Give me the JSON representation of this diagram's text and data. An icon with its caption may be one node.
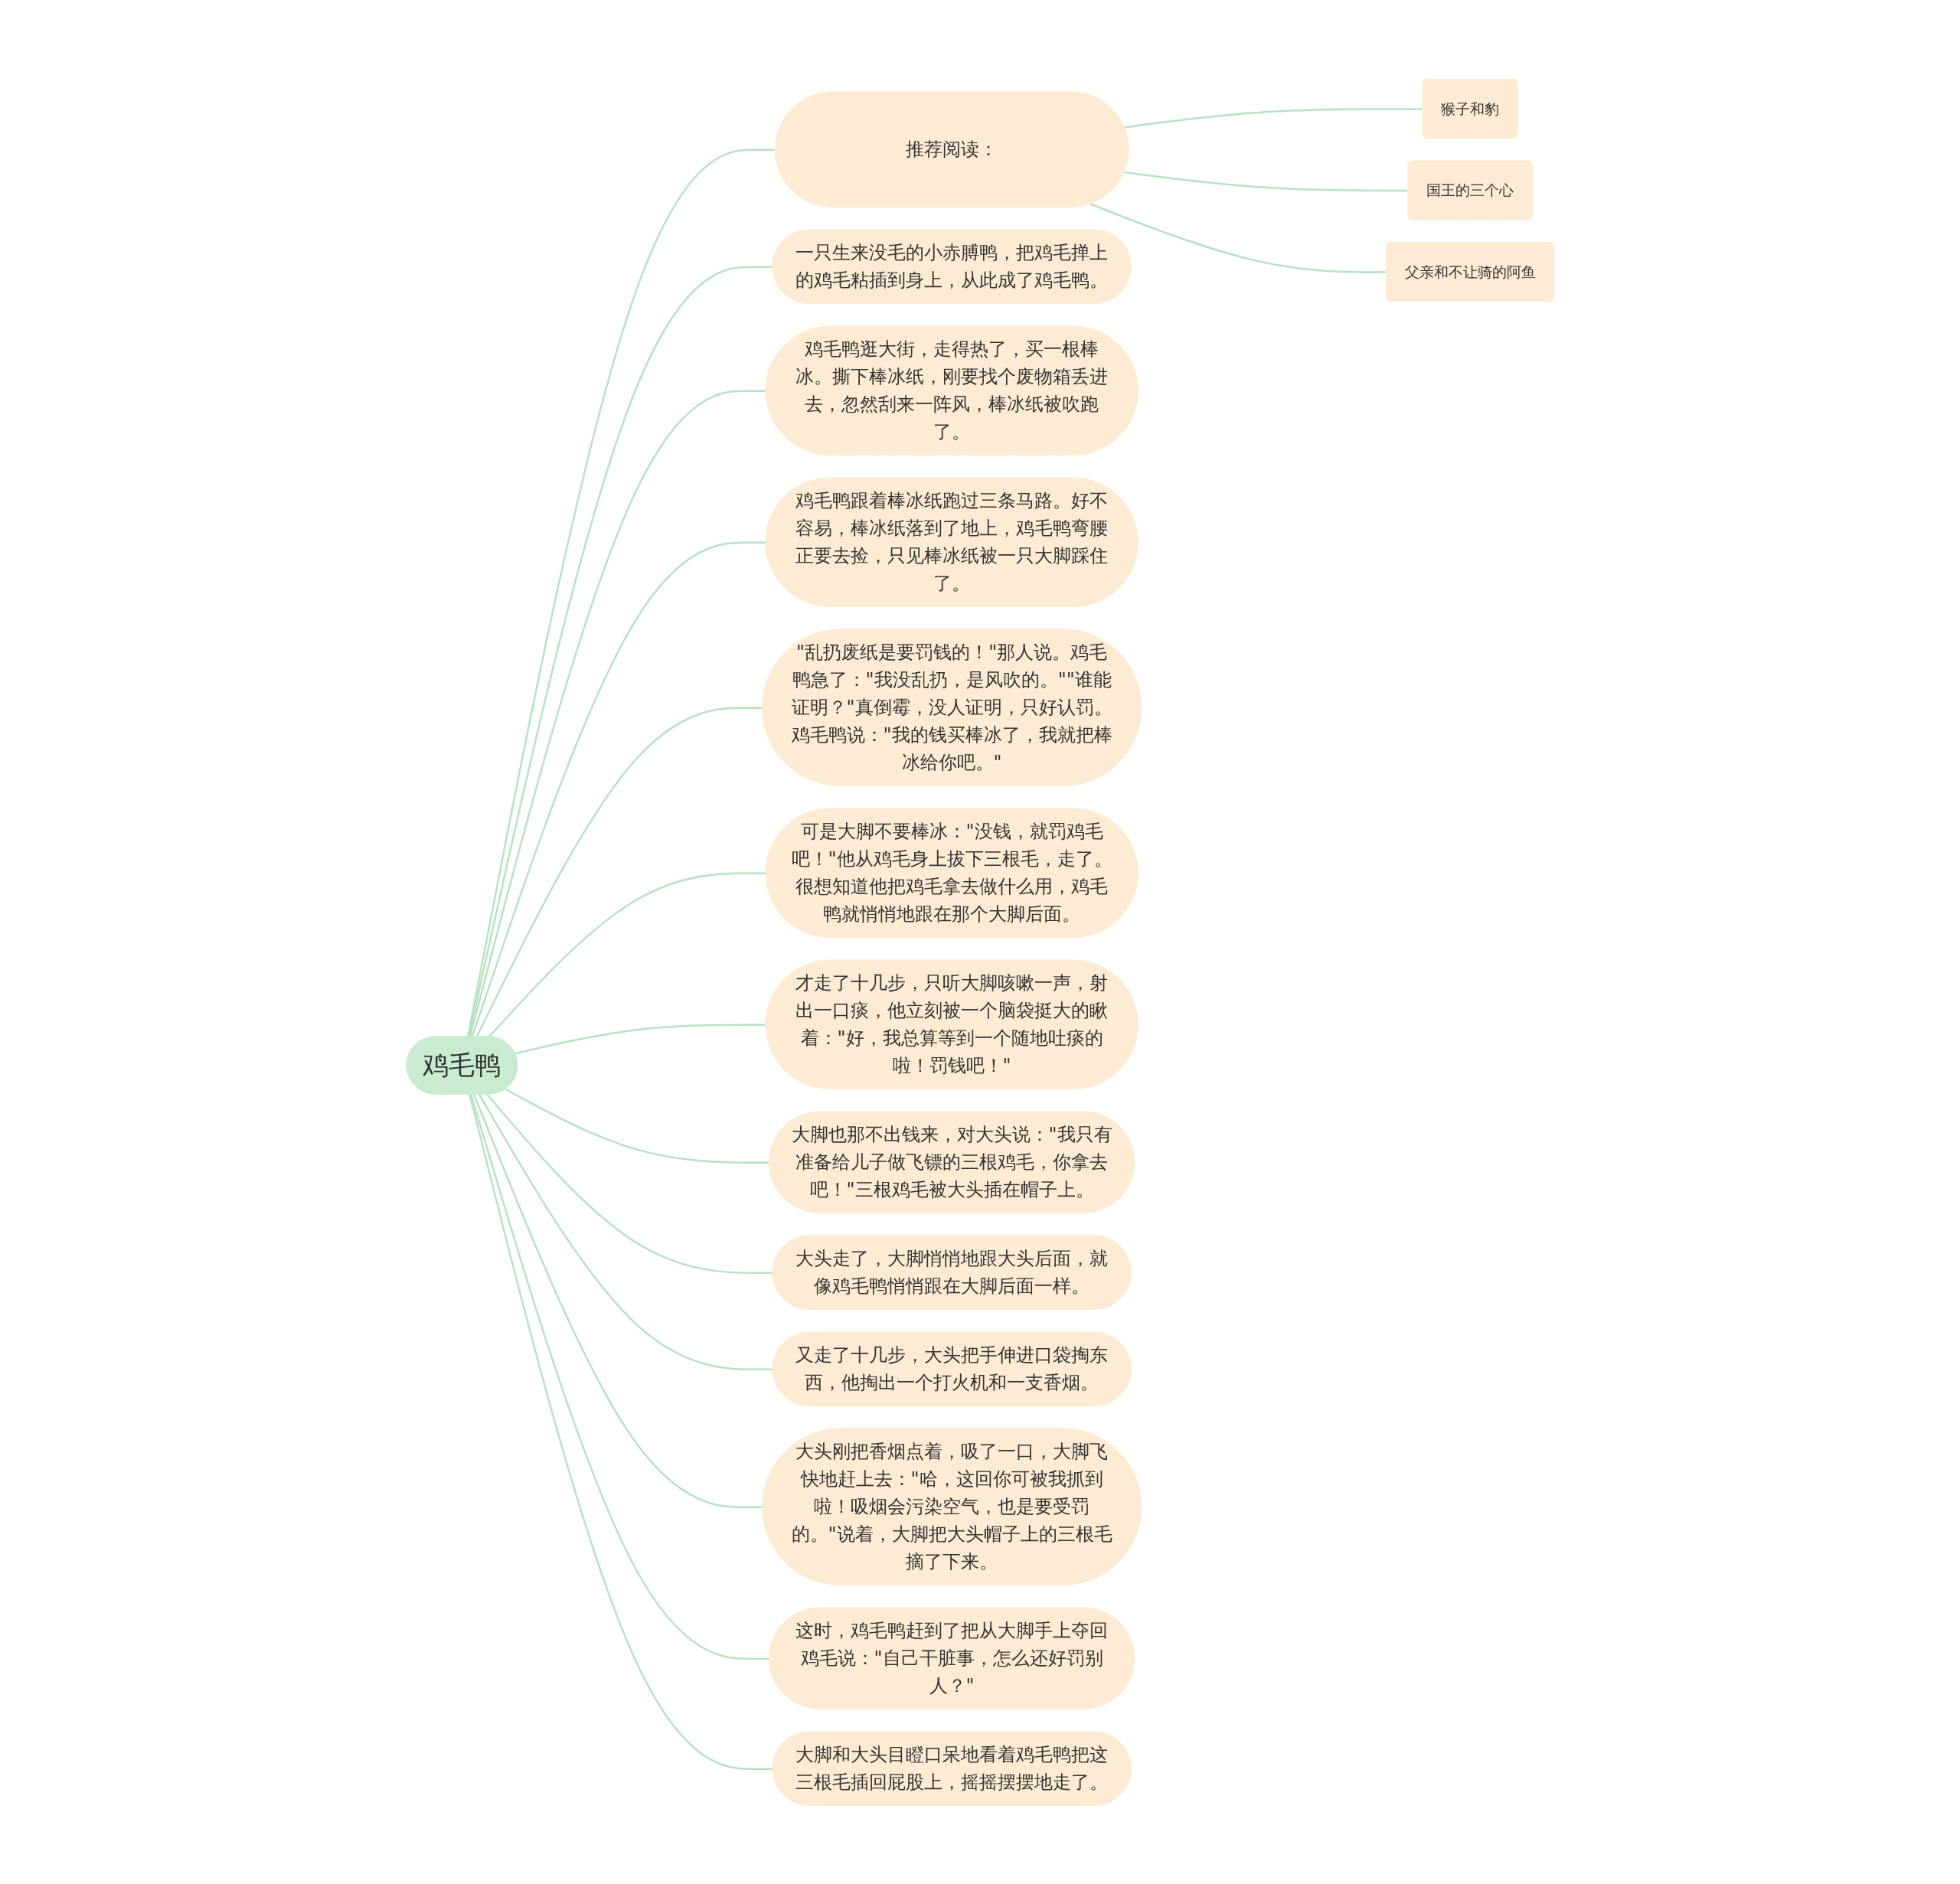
{
  "diagram": {
    "nodes": [
      {
        "text": [
          "鸡毛鸭"
        ]
      },
      {
        "text": [
          "一只生来没毛的小赤膊鸭，把鸡毛掸上的鸡毛粘插到身上，从此成了鸡毛鸭。"
        ]
      },
      {
        "text": [
          "鸡毛鸭逛大街，走得热了，买一根棒冰。撕下棒冰纸，刚要找个废物箱丢进去，忽然刮来一阵风，棒冰纸被吹跑了。"
        ]
      },
      {
        "text": [
          "鸡毛鸭跟着棒冰纸跑过三条马路。好不容易，棒冰纸落到了地上，鸡毛鸭弯腰正要去捡，只见棒冰纸被一只大脚踩住了。"
        ]
      },
      {
        "text": [
          "\"乱扔废纸是要罚钱的！\"那人说。鸡毛鸭急了：\"我没乱扔，是风吹的。\"\"谁能证明？\"真倒霉，没人证明，只好认罚。鸡毛鸭说：\"我的钱买棒冰了，我就把棒冰给你吧。\""
        ]
      },
      {
        "text": [
          "可是大脚不要棒冰：\"没钱，就罚鸡毛吧！\"他从鸡毛身上拔下三根毛，走了。很想知道他把鸡毛拿去做什么用，鸡毛鸭就悄悄地跟在那个大脚后面。"
        ]
      },
      {
        "text": [
          "才走了十几步，只听大脚咳嗽一声，射出一口痰，他立刻被一个脑袋挺大的瞅着：\"好，我总算等到一个随地吐痰的啦！罚钱吧！\""
        ]
      },
      {
        "text": [
          "大脚也那不出钱来，对大头说：\"我只有准备给儿子做飞镖的三根鸡毛，你拿去吧！\"三根鸡毛被大头插在帽子上。"
        ]
      },
      {
        "text": [
          "大头走了，大脚悄悄地跟大头后面，就像鸡毛鸭悄悄跟在大脚后面一样。"
        ]
      },
      {
        "text": [
          "又走了十几步，大头把手伸进口袋掏东西，他掏出一个打火机和一支香烟。"
        ]
      },
      {
        "text": [
          "大头刚把香烟点着，吸了一口，大脚飞快地赶上去：\"哈，这回你可被我抓到啦！吸烟会污染空气，也是要受罚的。\"说着，大脚把大头帽子上的三根毛摘了下来。"
        ]
      },
      {
        "text": [
          "这时，鸡毛鸭赶到了把从大脚手上夺回鸡毛说：\"自己干脏事，怎么还好罚别人？\""
        ]
      },
      {
        "text": [
          "大脚和大头目瞪口呆地看着鸡毛鸭把这三根毛插回屁股上，摇摇摆摆地走了。"
        ]
      },
      {
        "text": [
          "推荐阅读："
        ]
      },
      {
        "text": [
          "猴子和豹"
        ]
      },
      {
        "text": [
          "国王的三个心"
        ]
      },
      {
        "text": [
          "父亲和不让骑的阿鱼"
        ]
      }
    ],
    "edges": [
      {
        "from": 0,
        "to": 1,
        "arrow": "none"
      },
      {
        "from": 0,
        "to": 2,
        "arrow": "none"
      },
      {
        "from": 0,
        "to": 3,
        "arrow": "none"
      },
      {
        "from": 0,
        "to": 4,
        "arrow": "none"
      },
      {
        "from": 0,
        "to": 5,
        "arrow": "none"
      },
      {
        "from": 0,
        "to": 6,
        "arrow": "none"
      },
      {
        "from": 0,
        "to": 7,
        "arrow": "none"
      },
      {
        "from": 0,
        "to": 8,
        "arrow": "none"
      },
      {
        "from": 0,
        "to": 9,
        "arrow": "none"
      },
      {
        "from": 0,
        "to": 10,
        "arrow": "none"
      },
      {
        "from": 0,
        "to": 11,
        "arrow": "none"
      },
      {
        "from": 0,
        "to": 12,
        "arrow": "none"
      },
      {
        "from": 0,
        "to": 13,
        "arrow": "none"
      },
      {
        "from": 13,
        "to": 14,
        "arrow": "none"
      },
      {
        "from": 13,
        "to": 15,
        "arrow": "none"
      },
      {
        "from": 13,
        "to": 16,
        "arrow": "none"
      }
    ]
  }
}
